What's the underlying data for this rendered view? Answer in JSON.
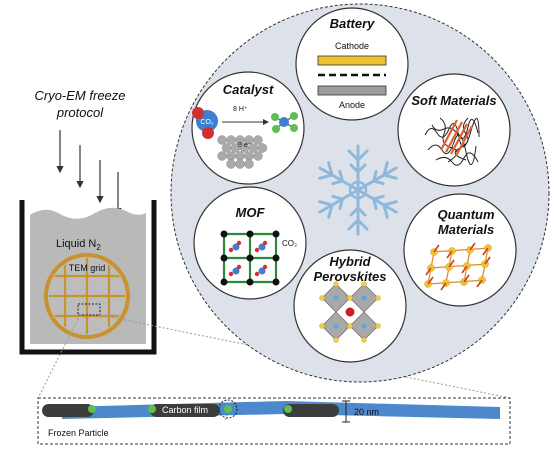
{
  "protocol": {
    "line1": "Cryo-EM freeze",
    "line2": "protocol"
  },
  "container": {
    "liquid_label": "Liquid N",
    "liquid_subscript": "2",
    "grid_label": "TEM grid"
  },
  "film": {
    "carbon_label": "Carbon film",
    "particle_label": "Frozen Particle",
    "scale_label": "20 nm"
  },
  "materials": {
    "battery": {
      "title": "Battery",
      "cathode": "Cathode",
      "anode": "Anode"
    },
    "catalyst": {
      "title": "Catalyst",
      "protons": "8 H⁺",
      "electrons": "8 e⁻",
      "co2": "CO₂"
    },
    "soft": {
      "title": "Soft Materials"
    },
    "mof": {
      "title": "MOF",
      "co2": "CO₂"
    },
    "hybrid": {
      "title_line1": "Hybrid",
      "title_line2": "Perovskites"
    },
    "quantum": {
      "title_line1": "Quantum",
      "title_line2": "Materials"
    }
  },
  "colors": {
    "large_circle": "#dde1ea",
    "liquid": "#b9b9b9",
    "grid_ring": "#c8922e",
    "cathode": "#f0c230",
    "snowflake": "#8fb8da",
    "film": "#3a7bc8",
    "particle": "#5fbf4f"
  }
}
